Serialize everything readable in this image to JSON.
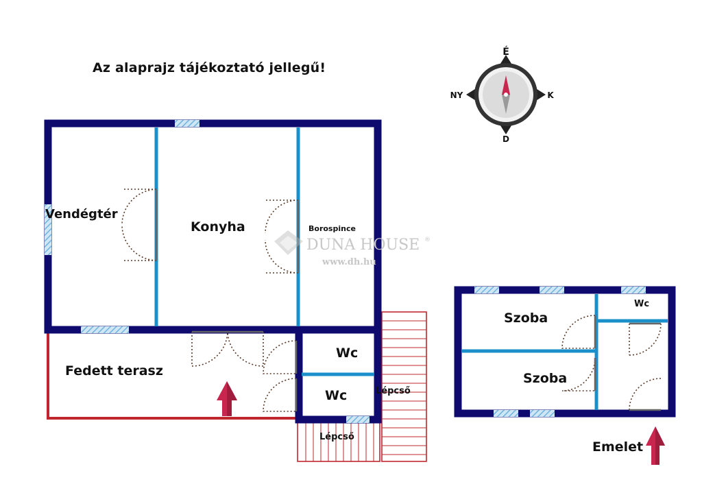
{
  "note": "Az alaprajz tájékoztató jellegű!",
  "compass": {
    "north": "É",
    "south": "D",
    "east": "K",
    "west": "NY"
  },
  "watermark": {
    "brand": "DUNA HOUSE",
    "reg": "®",
    "url": "www.dh.hu"
  },
  "ground_floor": {
    "rooms": {
      "vendegter": "Vendégtér",
      "konyha": "Konyha",
      "borospince": "Borospince",
      "fedett_terasz": "Fedett terasz",
      "wc_upper": "Wc",
      "wc_lower": "Wc",
      "lepcso_side": "Lépcső",
      "lepcso_bottom": "Lépcső"
    }
  },
  "upper_floor": {
    "label": "Emelet",
    "rooms": {
      "szoba_top": "Szoba",
      "szoba_bottom": "Szoba",
      "wc": "Wc"
    }
  },
  "colors": {
    "wall": "#0f0b6e",
    "partition": "#1a8fc9",
    "terrace": "#c0272d",
    "window": "#8fc6e8",
    "door": "#5a3a28",
    "arrow": "#c8264e"
  }
}
